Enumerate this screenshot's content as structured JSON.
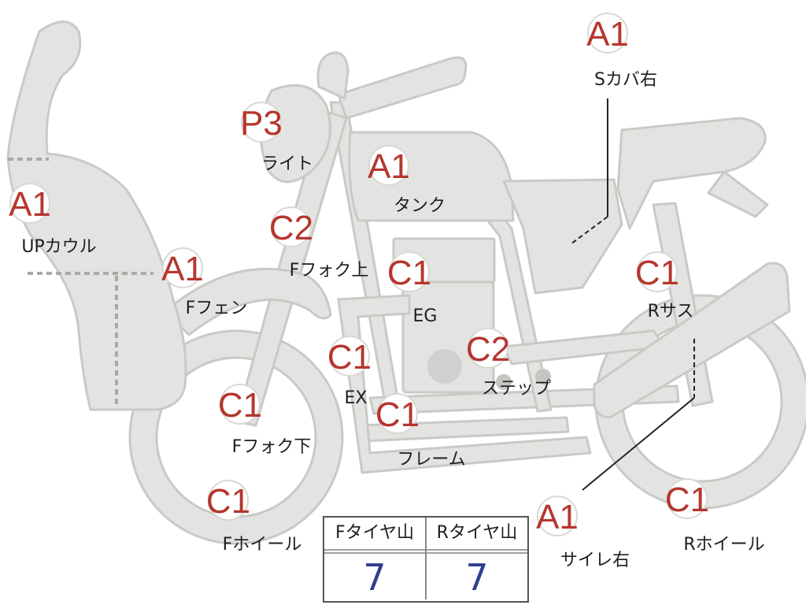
{
  "parts": [
    {
      "id": "s-cover-right",
      "grade": "A1",
      "label": "Sカバ右"
    },
    {
      "id": "light",
      "grade": "P3",
      "label": "ライト"
    },
    {
      "id": "tank",
      "grade": "A1",
      "label": "タンク"
    },
    {
      "id": "upper-cowl",
      "grade": "A1",
      "label": "UPカウル"
    },
    {
      "id": "front-fork-upper",
      "grade": "C2",
      "label": "Fフォク上"
    },
    {
      "id": "front-fender",
      "grade": "A1",
      "label": "Fフェン"
    },
    {
      "id": "engine",
      "grade": "C1",
      "label": "EG"
    },
    {
      "id": "rear-suspension",
      "grade": "C1",
      "label": "Rサス"
    },
    {
      "id": "exhaust",
      "grade": "C1",
      "label": "EX"
    },
    {
      "id": "step",
      "grade": "C2",
      "label": "ステップ"
    },
    {
      "id": "front-fork-lower",
      "grade": "C1",
      "label": "Fフォク下"
    },
    {
      "id": "frame",
      "grade": "C1",
      "label": "フレーム"
    },
    {
      "id": "front-wheel",
      "grade": "C1",
      "label": "Fホイール"
    },
    {
      "id": "silencer-right",
      "grade": "A1",
      "label": "サイレ右"
    },
    {
      "id": "rear-wheel",
      "grade": "C1",
      "label": "Rホイール"
    }
  ],
  "tire_table": {
    "headers": [
      "Fタイヤ山",
      "Rタイヤ山"
    ],
    "values": [
      "7",
      "7"
    ]
  },
  "colors": {
    "part_fill": "#e3e4e1",
    "grade_text": "#b5362e",
    "tire_value": "#2f3f8f"
  }
}
